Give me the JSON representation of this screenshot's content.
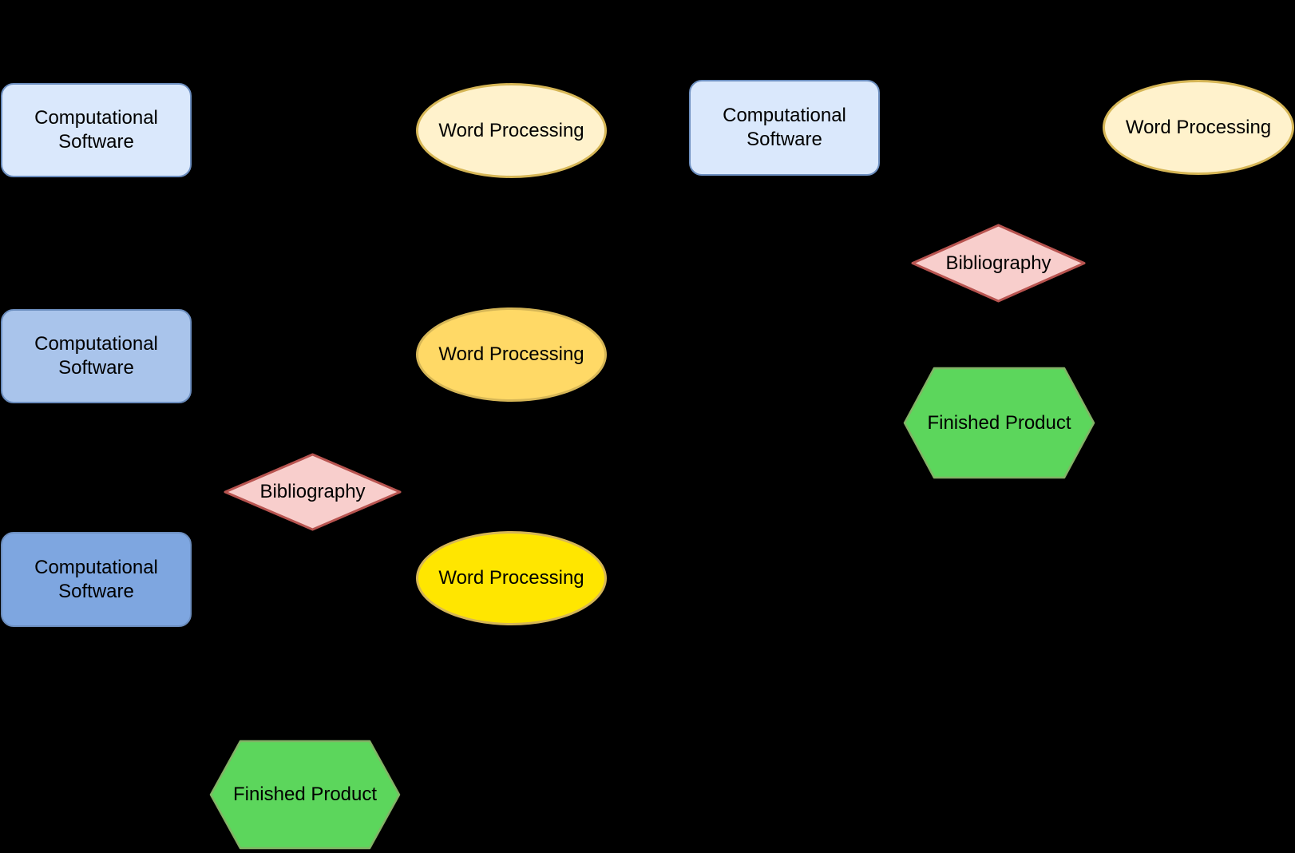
{
  "diagram": {
    "background_color": "#000000",
    "text_color": "#000000",
    "palette": {
      "blue_light_fill": "#dae8fc",
      "blue_medium_fill": "#a9c4eb",
      "blue_dark_fill": "#7ea6e0",
      "blue_stroke": "#6c8ebf",
      "yellow_pale_fill": "#fff2cc",
      "yellow_medium_fill": "#ffd966",
      "yellow_bright_fill": "#ffe600",
      "yellow_stroke": "#d6b656",
      "pink_fill": "#f8cecc",
      "pink_stroke": "#b85450",
      "green_fill": "#5cd65c",
      "green_stroke": "#82b366"
    },
    "left_flow": {
      "software_boxes": [
        {
          "label": "Computational Software",
          "fill": "#dae8fc",
          "stroke": "#6c8ebf"
        },
        {
          "label": "Computational Software",
          "fill": "#a9c4eb",
          "stroke": "#6c8ebf"
        },
        {
          "label": "Computational Software",
          "fill": "#7ea6e0",
          "stroke": "#6c8ebf"
        }
      ],
      "word_processing_ellipses": [
        {
          "label": "Word Processing",
          "fill": "#fff2cc",
          "stroke": "#d6b656"
        },
        {
          "label": "Word Processing",
          "fill": "#ffd966",
          "stroke": "#d6b656"
        },
        {
          "label": "Word Processing",
          "fill": "#ffe600",
          "stroke": "#d6b656"
        }
      ],
      "bibliography_diamond": {
        "label": "Bibliography",
        "fill": "#f8cecc",
        "stroke": "#b85450"
      },
      "finished_product_hexagon": {
        "label": "Finished Product",
        "fill": "#5cd65c",
        "stroke": "#82b366"
      }
    },
    "right_flow": {
      "software_box": {
        "label": "Computational Software",
        "fill": "#dae8fc",
        "stroke": "#6c8ebf"
      },
      "word_processing_ellipse": {
        "label": "Word Processing",
        "fill": "#fff2cc",
        "stroke": "#d6b656"
      },
      "bibliography_diamond": {
        "label": "Bibliography",
        "fill": "#f8cecc",
        "stroke": "#b85450"
      },
      "finished_product_hexagon": {
        "label": "Finished Product",
        "fill": "#5cd65c",
        "stroke": "#82b366"
      }
    }
  }
}
